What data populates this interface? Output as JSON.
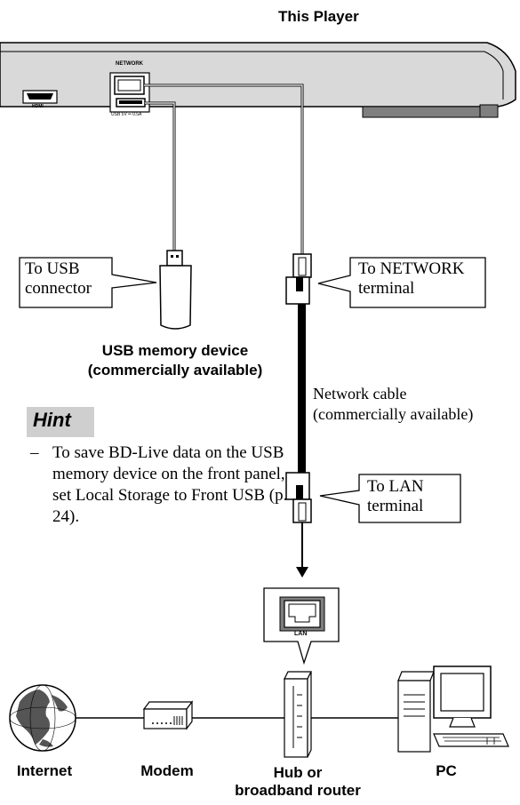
{
  "player": {
    "title": "This Player",
    "network_label": "NETWORK",
    "hdmi_label": "HDMI",
    "usb_port_label": "USB  5V ═ 0.5A"
  },
  "callouts": {
    "usb_connector": "To USB\nconnector",
    "network_terminal": "To NETWORK\nterminal",
    "lan_terminal": "To LAN\nterminal"
  },
  "usb_device": {
    "label": "USB memory device\n(commercially available)"
  },
  "network_cable": {
    "label": "Network cable\n(commercially available)"
  },
  "hint": {
    "title": "Hint",
    "dash": "–",
    "text": "To save BD-Live data on the USB memory device on the front panel, set Local Storage to Front USB (p. 24)."
  },
  "lan_port_label": "LAN",
  "devices": {
    "internet": "Internet",
    "modem": "Modem",
    "hub": "Hub or\nbroadband router",
    "pc": "PC"
  },
  "colors": {
    "player_body": "#d9d9d9",
    "player_dark": "#7f7f7f",
    "hint_bg": "#cfcfcf",
    "line": "#000000"
  }
}
